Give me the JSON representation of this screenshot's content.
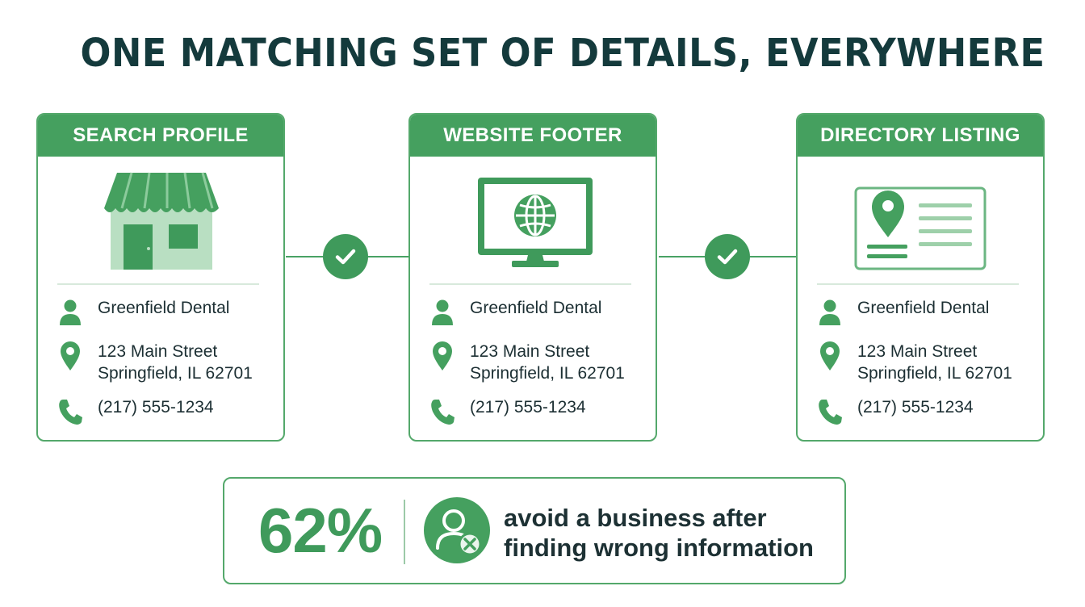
{
  "title": "ONE MATCHING SET OF DETAILS, EVERYWHERE",
  "colors": {
    "accent": "#45a05f",
    "accent_light": "#b9dfc2",
    "text": "#1c2f33"
  },
  "cards": [
    {
      "header": "SEARCH PROFILE",
      "illustration": "storefront-icon",
      "name": "Greenfield Dental",
      "address_line1": "123 Main Street",
      "address_line2": "Springfield, IL 62701",
      "phone": "(217) 555-1234"
    },
    {
      "header": "WEBSITE FOOTER",
      "illustration": "monitor-globe-icon",
      "name": "Greenfield Dental",
      "address_line1": "123 Main Street",
      "address_line2": "Springfield, IL 62701",
      "phone": "(217) 555-1234"
    },
    {
      "header": "DIRECTORY LISTING",
      "illustration": "listing-card-icon",
      "name": "Greenfield Dental",
      "address_line1": "123 Main Street",
      "address_line2": "Springfield, IL 62701",
      "phone": "(217) 555-1234"
    }
  ],
  "stat": {
    "value": "62%",
    "icon": "user-x-icon",
    "line1": "avoid a business after",
    "line2": "finding wrong information"
  }
}
